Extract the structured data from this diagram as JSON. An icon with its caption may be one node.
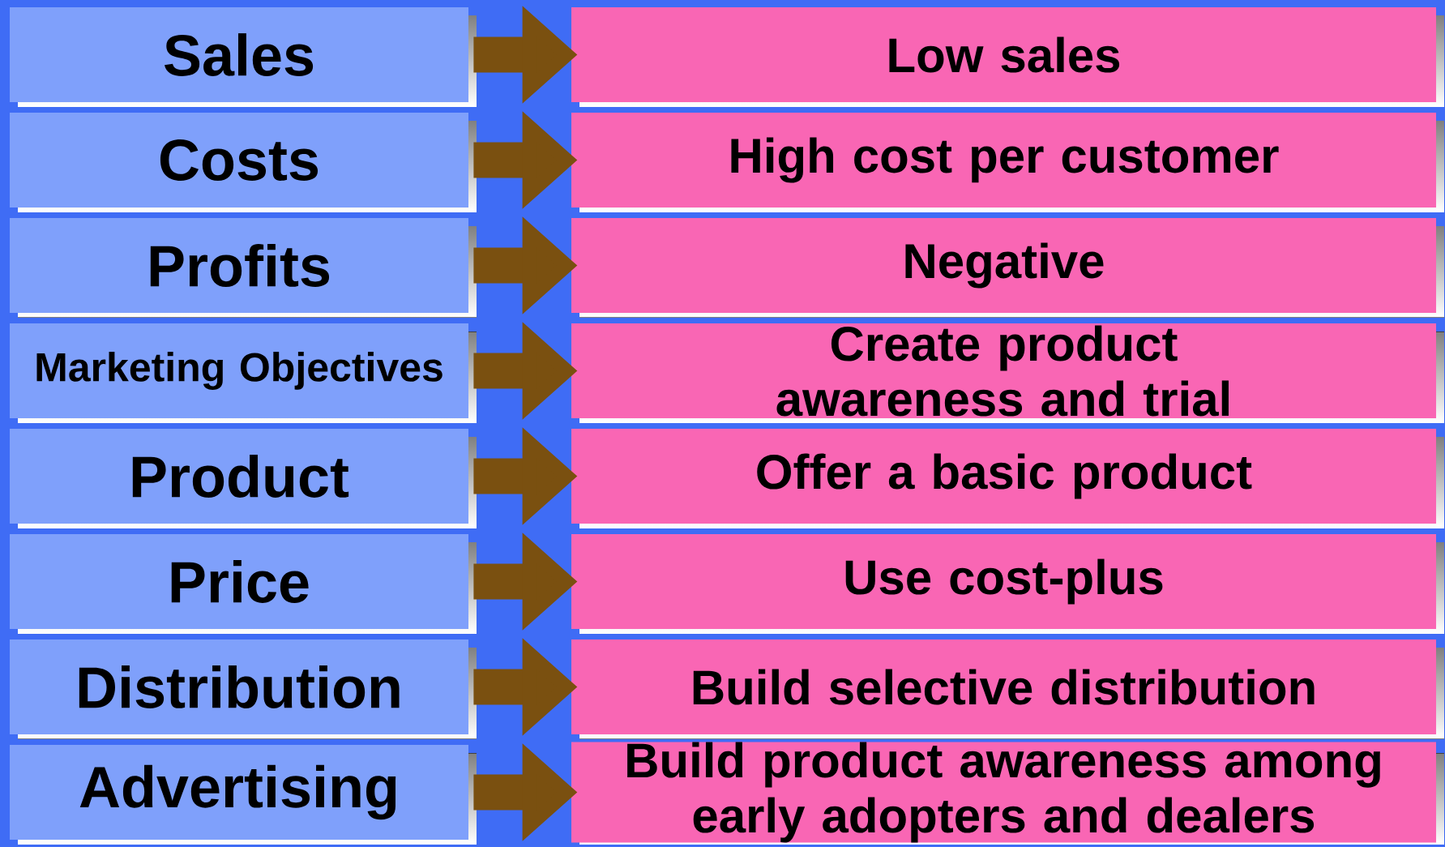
{
  "diagram": {
    "nodes": [
      {
        "text": [
          "Sales"
        ]
      },
      {
        "text": [
          "Low sales"
        ]
      },
      {
        "text": [
          "Costs"
        ]
      },
      {
        "text": [
          "High cost per customer"
        ]
      },
      {
        "text": [
          "Profits"
        ]
      },
      {
        "text": [
          "Negative"
        ]
      },
      {
        "text": [
          "Marketing Objectives"
        ]
      },
      {
        "text": [
          "Create product awareness and trial"
        ]
      },
      {
        "text": [
          "Product"
        ]
      },
      {
        "text": [
          "Offer a basic product"
        ]
      },
      {
        "text": [
          "Price"
        ]
      },
      {
        "text": [
          "Use cost-plus"
        ]
      },
      {
        "text": [
          "Distribution"
        ]
      },
      {
        "text": [
          "Build selective distribution"
        ]
      },
      {
        "text": [
          "Advertising"
        ]
      },
      {
        "text": [
          "Build product awareness among early adopters and dealers"
        ]
      }
    ],
    "edges": [
      {
        "from": 0,
        "to": 1,
        "arrow": "to"
      },
      {
        "from": 2,
        "to": 3,
        "arrow": "to"
      },
      {
        "from": 4,
        "to": 5,
        "arrow": "to"
      },
      {
        "from": 6,
        "to": 7,
        "arrow": "to"
      },
      {
        "from": 8,
        "to": 9,
        "arrow": "to"
      },
      {
        "from": 10,
        "to": 11,
        "arrow": "to"
      },
      {
        "from": 12,
        "to": 13,
        "arrow": "to"
      },
      {
        "from": 14,
        "to": 15,
        "arrow": "to"
      }
    ]
  }
}
